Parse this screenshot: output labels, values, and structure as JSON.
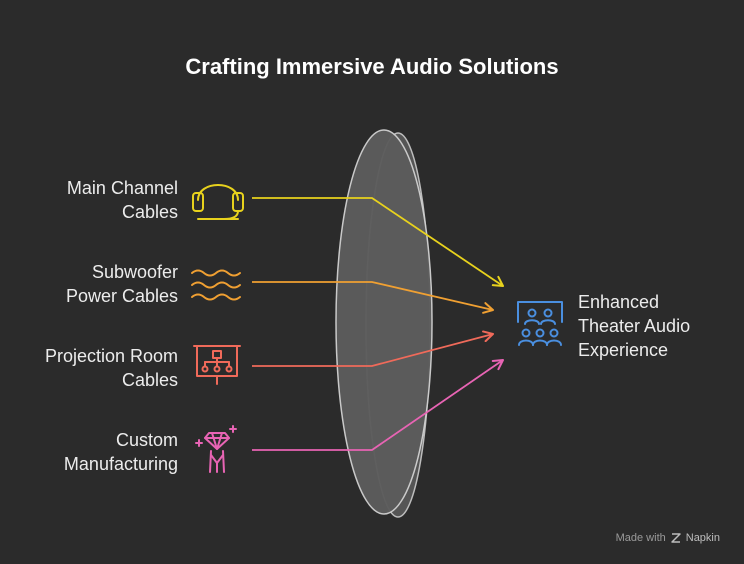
{
  "title": "Crafting Immersive Audio Solutions",
  "inputs": [
    {
      "lines": [
        "Main Channel",
        "Cables"
      ],
      "icon": "headphones-icon",
      "color": "#e8d21d"
    },
    {
      "lines": [
        "Subwoofer",
        "Power Cables"
      ],
      "icon": "waves-icon",
      "color": "#f0a032"
    },
    {
      "lines": [
        "Projection Room",
        "Cables"
      ],
      "icon": "flowchart-board-icon",
      "color": "#f06a5a"
    },
    {
      "lines": [
        "Custom",
        "Manufacturing"
      ],
      "icon": "diamond-craftsman-icon",
      "color": "#e864b4"
    }
  ],
  "output": {
    "lines": [
      "Enhanced",
      "Theater Audio",
      "Experience"
    ],
    "icon": "theater-audience-icon",
    "color": "#4a8fe0"
  },
  "watermark": {
    "prefix": "Made with",
    "brand": "Napkin"
  }
}
